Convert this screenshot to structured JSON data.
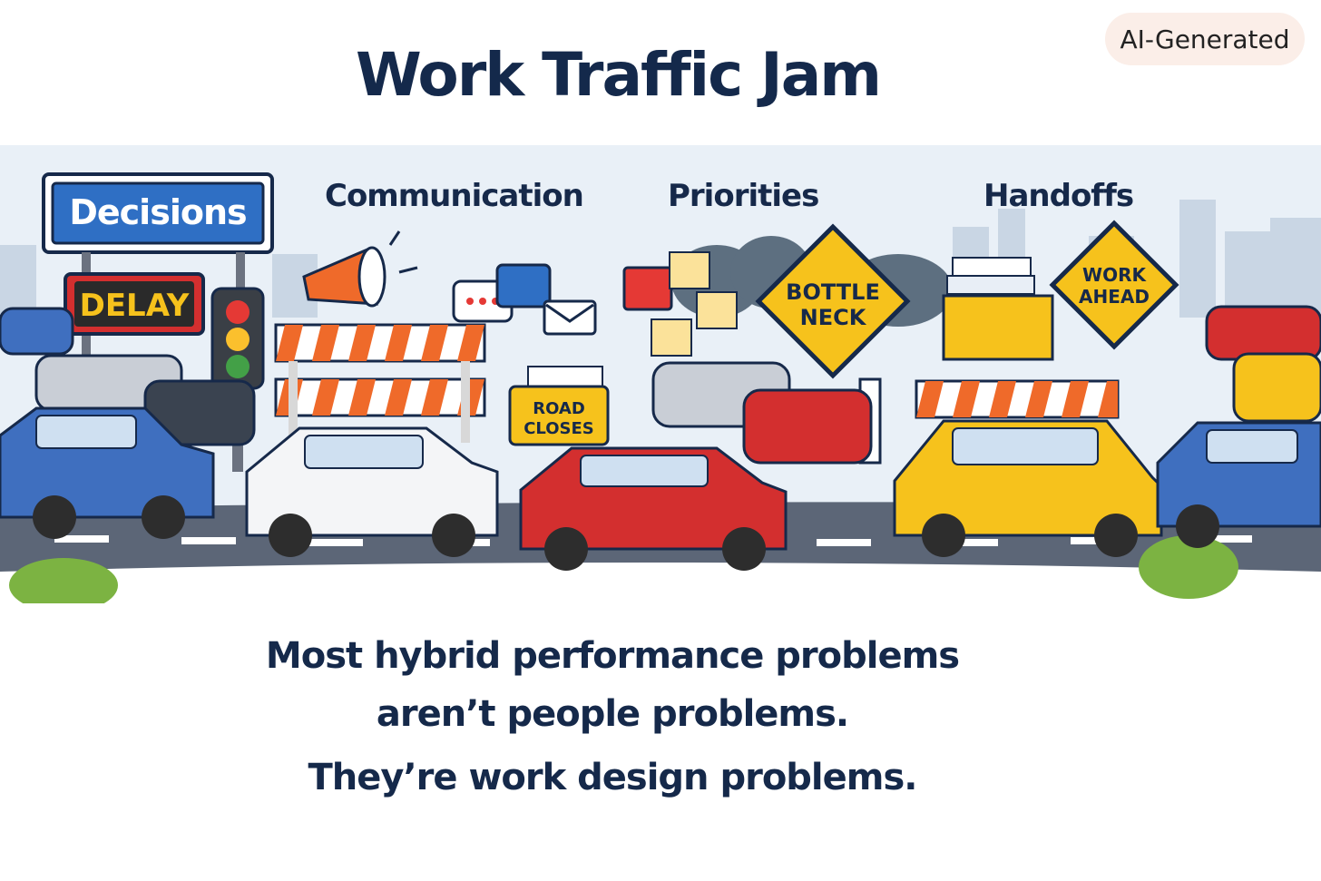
{
  "badge": "AI-Generated",
  "title": "Work Traffic Jam",
  "categories": {
    "decisions": "Decisions",
    "communication": "Communication",
    "priorities": "Priorities",
    "handoffs": "Handoffs"
  },
  "signs": {
    "delay": "DELAY",
    "bottleneck_line1": "BOTTLE",
    "bottleneck_line2": "NECK",
    "work_ahead_line1": "WORK",
    "work_ahead_line2": "AHEAD",
    "road_closed_line1": "ROAD",
    "road_closed_line2": "CLOSES"
  },
  "message": {
    "line1": "Most hybrid performance problems",
    "line2": "aren’t people problems.",
    "line3": "They’re work design problems."
  },
  "colors": {
    "navy": "#14294b",
    "sign_blue": "#2f6fc4",
    "sign_yellow": "#f6c21c",
    "barrier_orange": "#ef6a2a",
    "road": "#5c6677",
    "badge_bg": "#fbeee8"
  }
}
